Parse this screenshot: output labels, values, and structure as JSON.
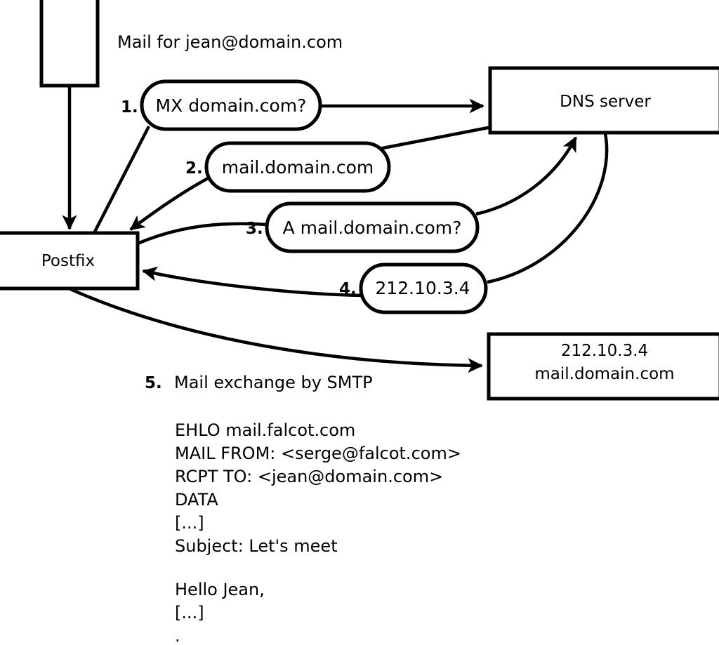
{
  "diagram": {
    "title": "Mail for jean@domain.com",
    "nodes": {
      "sender_box": {
        "label": ""
      },
      "postfix": {
        "label": "Postfix"
      },
      "dns_server": {
        "label": "DNS server"
      },
      "destination": {
        "line1": "212.10.3.4",
        "line2": "mail.domain.com"
      }
    },
    "steps": [
      {
        "number": "1.",
        "message": "MX domain.com?"
      },
      {
        "number": "2.",
        "message": "mail.domain.com"
      },
      {
        "number": "3.",
        "message": "A mail.domain.com?"
      },
      {
        "number": "4.",
        "message": "212.10.3.4"
      }
    ],
    "step5": {
      "number": "5.",
      "label": "Mail exchange by SMTP"
    },
    "transcript": [
      "EHLO mail.falcot.com",
      "MAIL FROM: <serge@falcot.com>",
      "RCPT TO: <jean@domain.com>",
      "DATA",
      "[...]",
      "Subject: Let's meet",
      "",
      "Hello Jean,",
      "[...]",
      "."
    ],
    "colors": {
      "stroke": "#000000",
      "fill": "#ffffff",
      "text": "#000000"
    }
  }
}
